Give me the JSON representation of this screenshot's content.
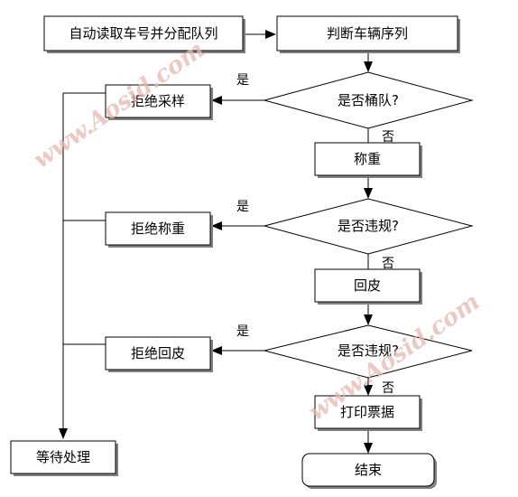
{
  "nodes": {
    "auto_read": "自动读取车号并分配队列",
    "judge_seq": "判断车辆序列",
    "q_bucket": "是否桶队?",
    "reject_sample": "拒绝采样",
    "weigh": "称重",
    "q_violate1": "是否违规?",
    "reject_weigh": "拒绝称重",
    "tare": "回皮",
    "q_violate2": "是否违规?",
    "reject_tare": "拒绝回皮",
    "print_ticket": "打印票据",
    "end": "结束",
    "wait": "等待处理"
  },
  "labels": {
    "yes": "是",
    "no": "否"
  },
  "watermark": "www.Aosid.com"
}
